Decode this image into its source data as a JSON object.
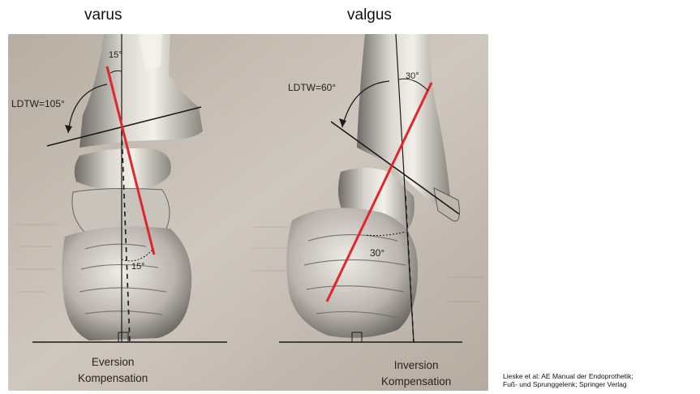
{
  "titles": {
    "left": "varus",
    "right": "valgus"
  },
  "labels": {
    "ldtw_left": "LDTW=105°",
    "ldtw_right": "LDTW=60°",
    "angle_left_top": "15°",
    "angle_left_bottom": "15°",
    "angle_right_top": "30°",
    "angle_right_bottom": "30°"
  },
  "captions": {
    "left": [
      "Eversion",
      "Kompensation"
    ],
    "right": [
      "Inversion",
      "Kompensation"
    ]
  },
  "credit": {
    "line1": "Lieske et al: AE Manual der Endoprothetik;",
    "line2": "Fuß- und Sprunggelenk; Springer Verlag"
  },
  "colors": {
    "page_bg": "#f3efe8",
    "bone_light": "#e9e6df",
    "bone_dark": "#7a7570",
    "axis_red": "#e0262d",
    "line_black": "#1a1a1a"
  }
}
